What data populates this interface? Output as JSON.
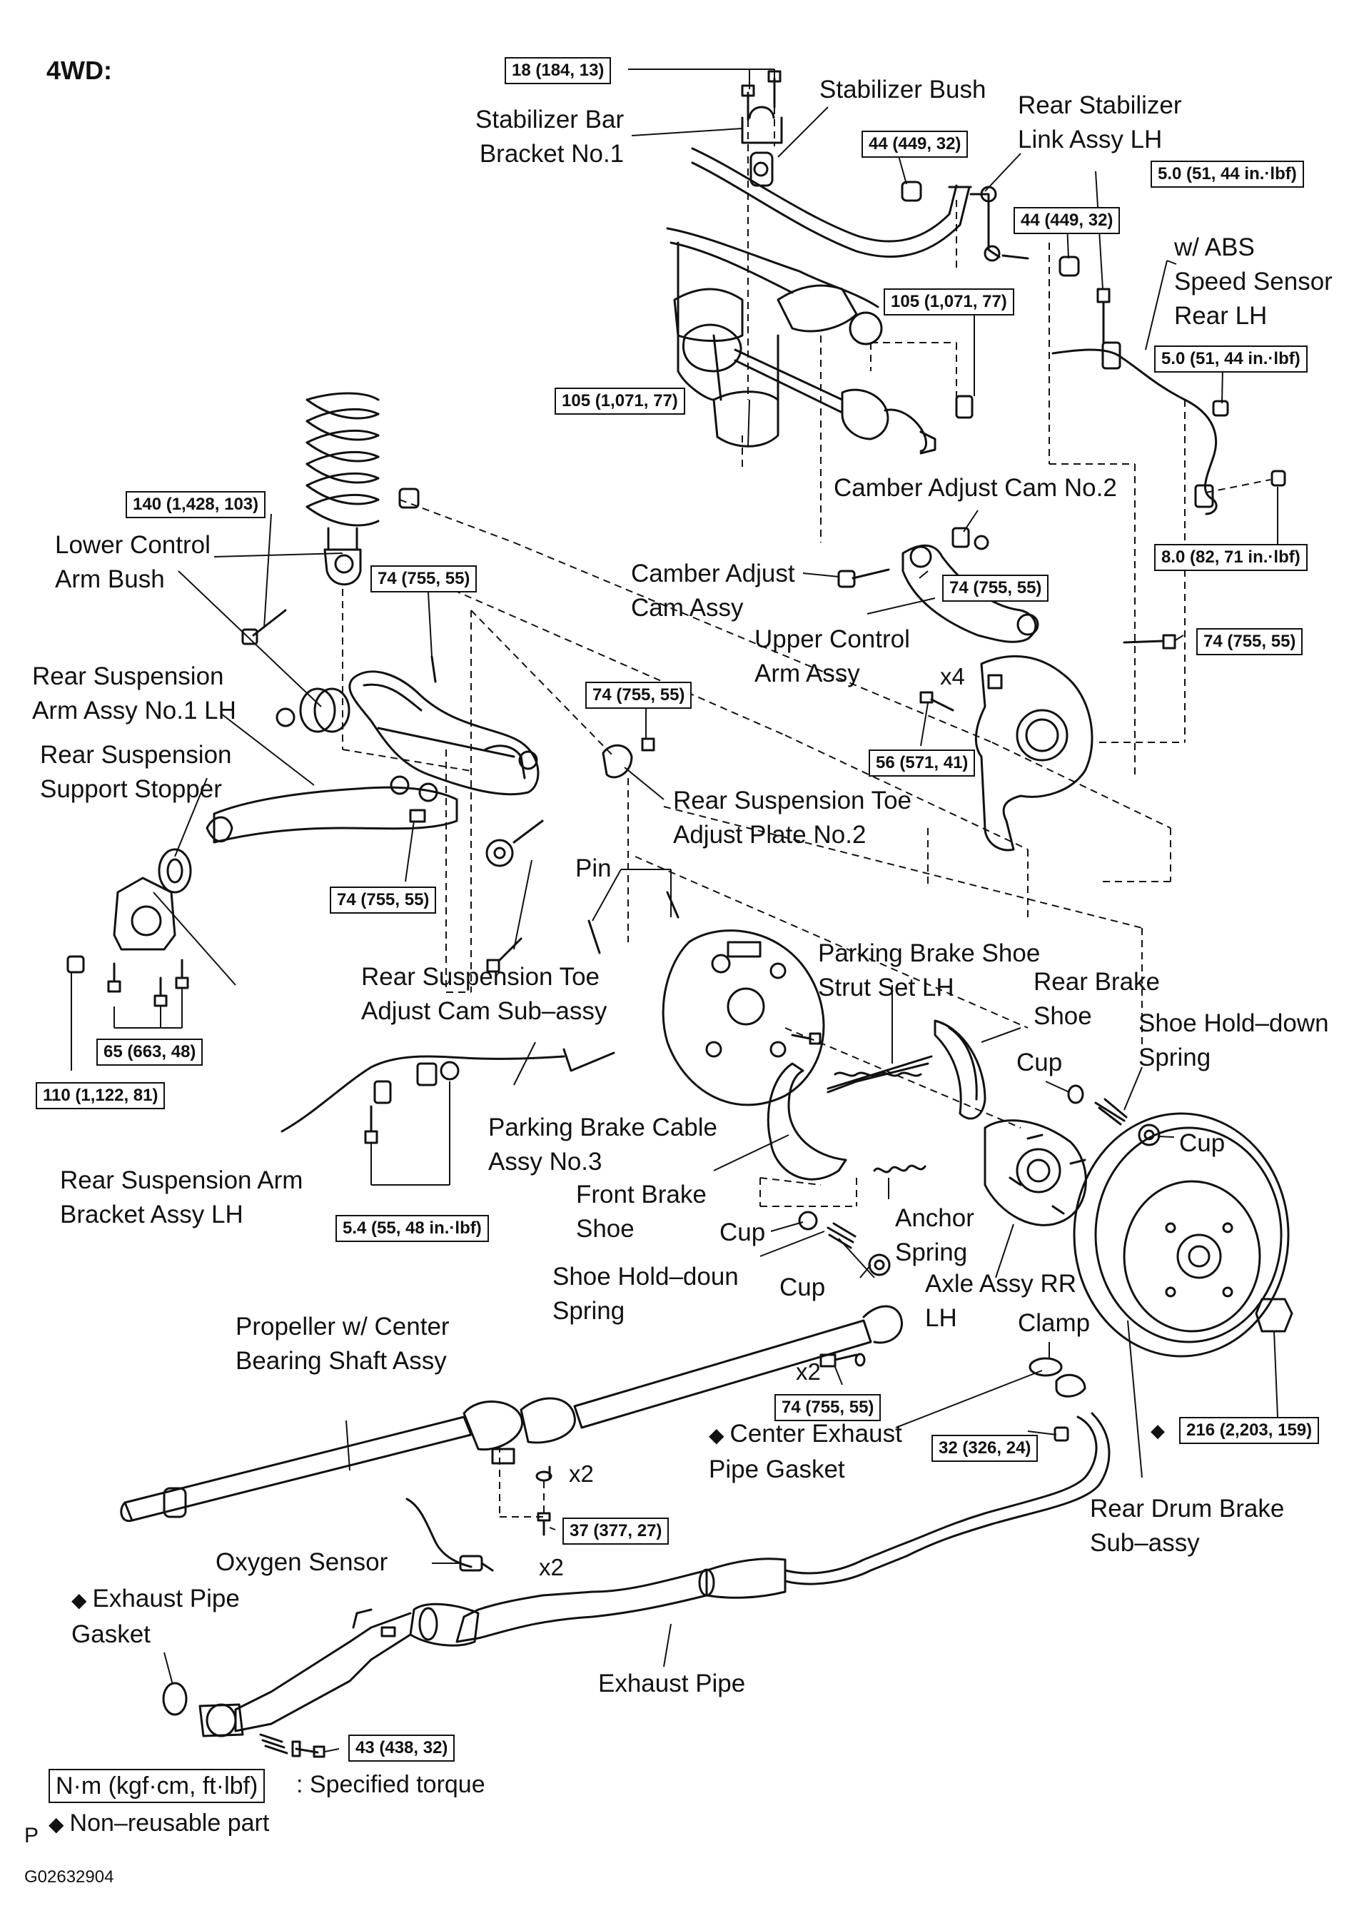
{
  "header": "4WD:",
  "legend": {
    "torque_unit": "N·m (kgf·cm, ft·lbf)",
    "torque_text": ": Specified torque",
    "non_reusable_symbol": "◆",
    "non_reusable_text": "Non–reusable part"
  },
  "page_mark": "P",
  "figure_id": "G02632904",
  "labels": {
    "stabilizer_bush": "Stabilizer Bush",
    "stabilizer_bar_bracket": "Stabilizer Bar\nBracket No.1",
    "rear_stabilizer_link": "Rear Stabilizer\nLink Assy LH",
    "abs_speed_sensor": "w/ ABS\nSpeed Sensor\nRear LH",
    "camber_adjust_cam_no2": "Camber Adjust Cam No.2",
    "lower_control_arm_bush": "Lower Control\nArm Bush",
    "camber_adjust_cam_assy": "Camber Adjust\nCam Assy",
    "upper_control_arm_assy": "Upper Control\nArm Assy",
    "rear_suspension_arm_no1": "Rear Suspension\nArm Assy No.1 LH",
    "rear_suspension_support_stopper": "Rear Suspension\nSupport Stopper",
    "rear_suspension_toe_plate": "Rear Suspension Toe\nAdjust Plate No.2",
    "pin": "Pin",
    "parking_brake_shoe_strut": "Parking Brake Shoe\nStrut Set LH",
    "rear_brake_shoe": "Rear Brake\nShoe",
    "shoe_hold_down_spring_right": "Shoe Hold–down\nSpring",
    "rear_suspension_toe_cam": "Rear Suspension Toe\nAdjust Cam Sub–assy",
    "cup_1": "Cup",
    "cup_2": "Cup",
    "parking_brake_cable": "Parking Brake Cable\nAssy No.3",
    "rear_suspension_arm_bracket": "Rear Suspension Arm\nBracket Assy LH",
    "front_brake_shoe": "Front Brake\nShoe",
    "anchor_spring": "Anchor\nSpring",
    "cup_3": "Cup",
    "shoe_hold_down_spring_left": "Shoe Hold–doun\nSpring",
    "cup_4": "Cup",
    "axle_assy": "Axle Assy RR\nLH",
    "propeller_shaft": "Propeller w/ Center\nBearing Shaft Assy",
    "clamp": "Clamp",
    "center_exhaust_gasket": "Center Exhaust\nPipe Gasket",
    "rear_drum_brake": "Rear Drum Brake\nSub–assy",
    "oxygen_sensor": "Oxygen Sensor",
    "exhaust_pipe_gasket": "Exhaust Pipe\nGasket",
    "exhaust_pipe": "Exhaust Pipe"
  },
  "torques": {
    "t_18": "18 (184, 13)",
    "t_44a": "44 (449, 32)",
    "t_5a": "5.0 (51, 44 in.·lbf)",
    "t_44b": "44 (449, 32)",
    "t_105a": "105 (1,071, 77)",
    "t_5b": "5.0 (51, 44 in.·lbf)",
    "t_140": "140 (1,428, 103)",
    "t_105b": "105 (1,071, 77)",
    "t_8": "8.0 (82, 71 in.·lbf)",
    "t_74a": "74 (755, 55)",
    "t_74b": "74 (755, 55)",
    "t_74c": "74 (755, 55)",
    "t_74d": "74 (755, 55)",
    "t_56": "56 (571, 41)",
    "t_74e": "74 (755, 55)",
    "t_65": "65 (663, 48)",
    "t_110": "110 (1,122, 81)",
    "t_54": "5.4 (55, 48 in.·lbf)",
    "t_74f": "74 (755, 55)",
    "t_216": "216 (2,203, 159)",
    "t_32": "32 (326, 24)",
    "t_37": "37 (377, 27)",
    "t_43": "43 (438, 32)"
  },
  "multipliers": {
    "x4": "x4",
    "x2_a": "x2",
    "x2_b": "x2",
    "x2_c": "x2"
  }
}
